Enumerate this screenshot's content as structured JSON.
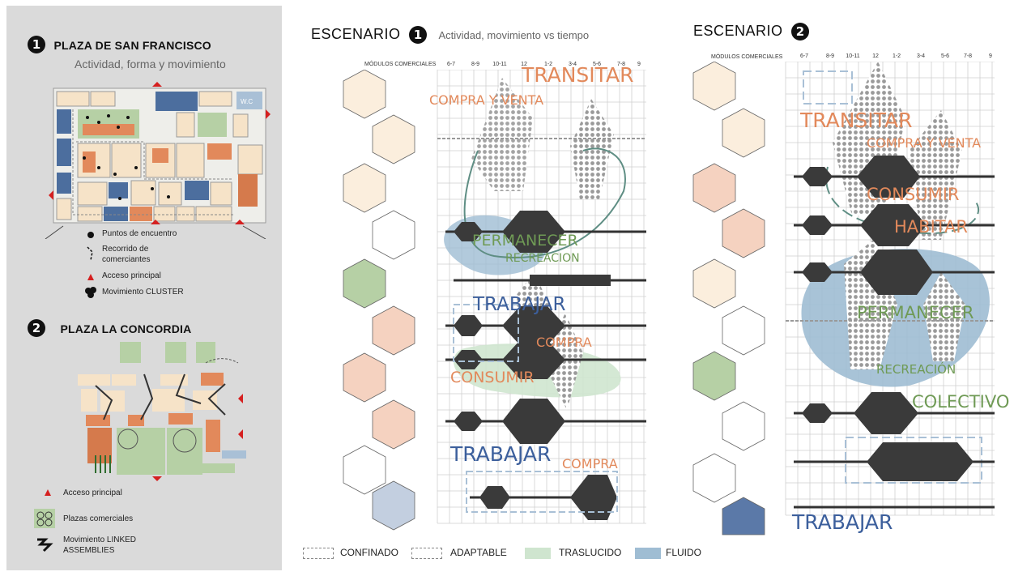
{
  "left": {
    "plaza1": {
      "number": "1",
      "title": "PLAZA DE SAN FRANCISCO",
      "subtitle": "Actividad, forma y movimiento",
      "wc": "W.C"
    },
    "legend1": [
      {
        "icon": "dot-icon",
        "label": "Puntos de encuentro"
      },
      {
        "icon": "dashed-path-icon",
        "label": "Recorrido de\ncomerciantes"
      },
      {
        "icon": "triangle-icon",
        "label": "Acceso principal"
      },
      {
        "icon": "cluster-icon",
        "label": "Movimiento CLUSTER"
      }
    ],
    "plaza2": {
      "number": "2",
      "title": "PLAZA LA CONCORDIA"
    },
    "legend2": [
      {
        "icon": "triangle-icon",
        "label": "Acceso principal"
      },
      {
        "icon": "circles-icon",
        "label": "Plazas comerciales"
      },
      {
        "icon": "zigzag-icon",
        "label": "Movimiento LINKED\nASSEMBLIES"
      }
    ]
  },
  "scenario1": {
    "title": "ESCENARIO",
    "number": "1",
    "subtitle": "Actividad, movimiento vs tiempo",
    "axis_label": "MÓDULOS COMERCIALES",
    "times": [
      "6-7",
      "8-9",
      "10-11",
      "12",
      "1-2",
      "3-4",
      "5-6",
      "7-8",
      "9"
    ],
    "activities": [
      "TRANSITAR",
      "COMPRA Y VENTA",
      "PERMANECER",
      "RECREACION",
      "TRABAJAR",
      "COMPRA",
      "CONSUMIR",
      "TRABAJAR",
      "COMPRA"
    ]
  },
  "scenario2": {
    "title": "ESCENARIO",
    "number": "2",
    "axis_label": "MÓDULOS COMERCIALES",
    "times": [
      "6-7",
      "8-9",
      "10-11",
      "12",
      "1-2",
      "3-4",
      "5-6",
      "7-8",
      "9"
    ],
    "activities": [
      "TRANSITAR",
      "COMPRA Y VENTA",
      "CONSUMIR",
      "HABITAR",
      "PERMANECER",
      "RECREACIÓN",
      "COLECTIVO",
      "TRABAJAR"
    ]
  },
  "bottom_legend": [
    {
      "key": "confinado",
      "label": "CONFINADO"
    },
    {
      "key": "adaptable",
      "label": "ADAPTABLE"
    },
    {
      "key": "traslucido",
      "label": "TRASLUCIDO"
    },
    {
      "key": "fluido",
      "label": "FLUIDO"
    }
  ],
  "colors": {
    "orange": "#e2895b",
    "green": "#6f9a55",
    "blue": "#3c5f9c",
    "translucent": "#cfe5cf",
    "fluid": "#9fbdd3",
    "dark": "#333333"
  }
}
